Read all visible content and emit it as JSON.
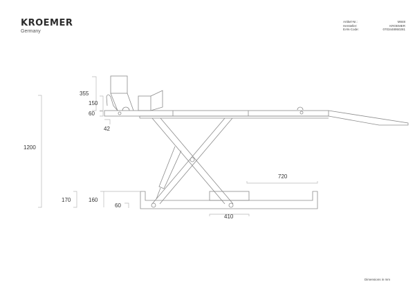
{
  "header": {
    "brand": "KROEMER",
    "brand_sub": "Germany"
  },
  "meta": {
    "rows": [
      {
        "label": "Artikel-Nr.:",
        "value": "M848"
      },
      {
        "label": "Hersteller:",
        "value": "KROEMER"
      },
      {
        "label": "EAN-Code:",
        "value": "0703448950281"
      }
    ]
  },
  "dimensions": {
    "d355": "355",
    "d150": "150",
    "d60_top": "60",
    "d42": "42",
    "d1200": "1200",
    "d170": "170",
    "d160": "160",
    "d60_bottom": "60",
    "d720": "720",
    "d410": "410"
  },
  "footer": {
    "note": "Dimensions in mm"
  },
  "colors": {
    "line": "#8a8a8a",
    "text": "#333333"
  }
}
